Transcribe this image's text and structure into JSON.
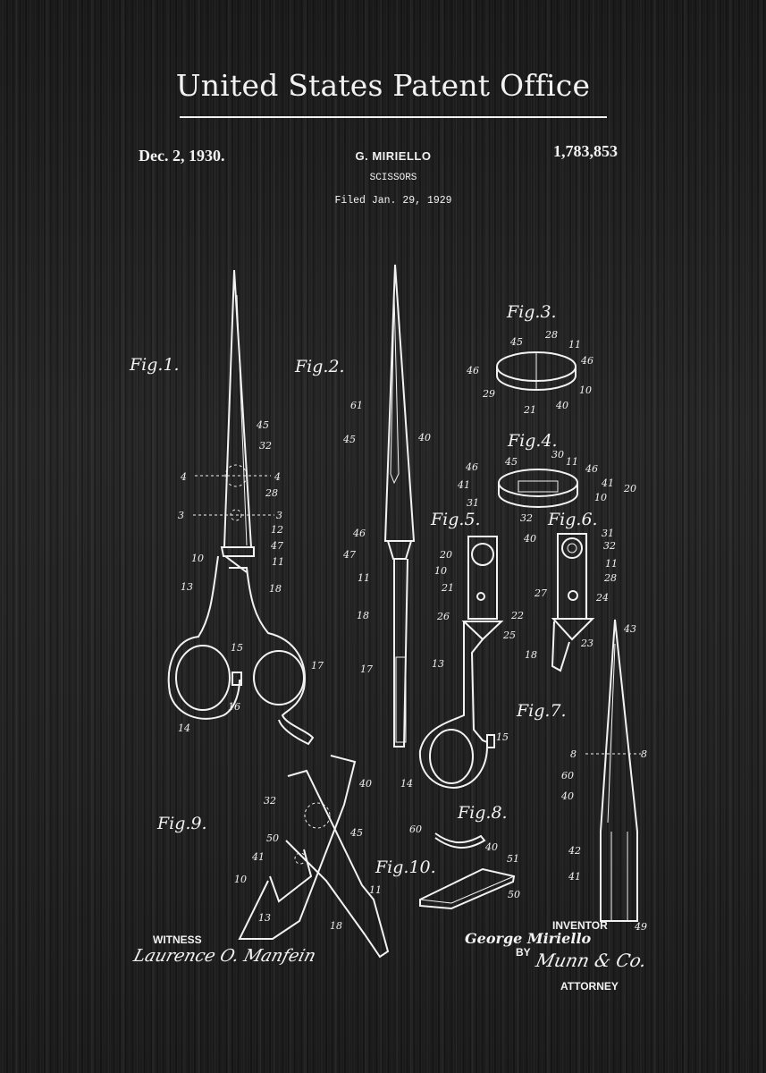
{
  "header": {
    "office_title": "United States Patent Office",
    "patent_date": "Dec. 2, 1930.",
    "inventor_name": "G. MIRIELLO",
    "patent_number": "1,783,853",
    "subject": "SCISSORS",
    "filed": "Filed Jan. 29, 1929"
  },
  "figures": [
    {
      "id": "fig1",
      "title": "Fig.1.",
      "labels": [
        "45",
        "32",
        "4",
        "4",
        "28",
        "3",
        "3",
        "12",
        "47",
        "11",
        "10",
        "13",
        "18",
        "15",
        "17",
        "16",
        "14"
      ]
    },
    {
      "id": "fig2",
      "title": "Fig.2.",
      "labels": [
        "61",
        "45",
        "40",
        "46",
        "47",
        "11",
        "18",
        "17"
      ]
    },
    {
      "id": "fig3",
      "title": "Fig.3.",
      "labels": [
        "45",
        "28",
        "11",
        "46",
        "46",
        "29",
        "21",
        "40",
        "10"
      ]
    },
    {
      "id": "fig4",
      "title": "Fig.4.",
      "labels": [
        "46",
        "45",
        "30",
        "11",
        "46",
        "41",
        "41",
        "20",
        "10",
        "31",
        "32",
        "40"
      ]
    },
    {
      "id": "fig5",
      "title": "Fig.5.",
      "labels": [
        "20",
        "10",
        "21",
        "26",
        "22",
        "25",
        "13",
        "15",
        "14"
      ]
    },
    {
      "id": "fig6",
      "title": "Fig.6.",
      "labels": [
        "31",
        "32",
        "11",
        "28",
        "27",
        "24",
        "23",
        "18"
      ]
    },
    {
      "id": "fig7",
      "title": "Fig.7.",
      "labels": [
        "43",
        "8",
        "8",
        "60",
        "40",
        "42",
        "41",
        "49"
      ]
    },
    {
      "id": "fig8",
      "title": "Fig.8.",
      "labels": [
        "60",
        "40"
      ]
    },
    {
      "id": "fig9",
      "title": "Fig.9.",
      "labels": [
        "32",
        "40",
        "50",
        "45",
        "41",
        "10",
        "11",
        "13",
        "18"
      ]
    },
    {
      "id": "fig10",
      "title": "Fig.10.",
      "labels": [
        "51",
        "50"
      ]
    }
  ],
  "signatures": {
    "witness_label": "WITNESS",
    "witness_signature": "Laurence O. Manfein",
    "inventor_label": "INVENTOR",
    "inventor_signature": "George Miriello",
    "by_label": "BY",
    "attorney_signature": "Munn & Co.",
    "attorney_label": "ATTORNEY"
  },
  "colors": {
    "background": "#1e1e1e",
    "ink": "#f2f2f2"
  }
}
